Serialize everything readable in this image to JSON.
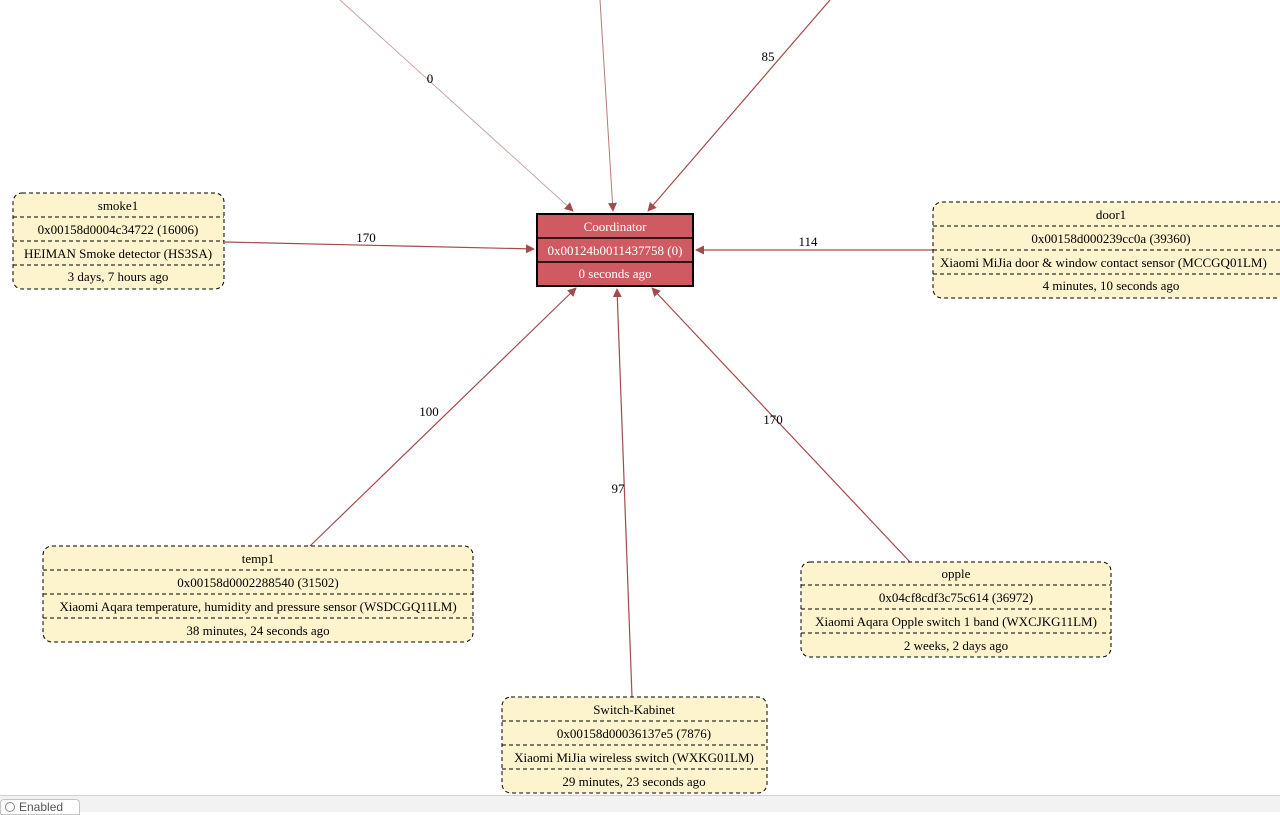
{
  "coordinator": {
    "title": "Coordinator",
    "address": "0x00124b0011437758 (0)",
    "last_seen": "0 seconds ago"
  },
  "devices": [
    {
      "id": "smoke1",
      "name": "smoke1",
      "address": "0x00158d0004c34722 (16006)",
      "model": "HEIMAN Smoke detector (HS3SA)",
      "last_seen": "3 days, 7 hours ago",
      "link_quality": "170"
    },
    {
      "id": "door1",
      "name": "door1",
      "address": "0x00158d000239cc0a (39360)",
      "model": "Xiaomi MiJia door & window contact sensor (MCCGQ01LM)",
      "last_seen": "4 minutes, 10 seconds ago",
      "link_quality": "114"
    },
    {
      "id": "temp1",
      "name": "temp1",
      "address": "0x00158d0002288540 (31502)",
      "model": "Xiaomi Aqara temperature, humidity and pressure sensor (WSDCGQ11LM)",
      "last_seen": "38 minutes, 24 seconds ago",
      "link_quality": "100"
    },
    {
      "id": "opple",
      "name": "opple",
      "address": "0x04cf8cdf3c75c614 (36972)",
      "model": "Xiaomi Aqara Opple switch 1 band (WXCJKG11LM)",
      "last_seen": "2 weeks, 2 days ago",
      "link_quality": "170"
    },
    {
      "id": "switch-kabinet",
      "name": "Switch-Kabinet",
      "address": "0x00158d00036137e5 (7876)",
      "model": "Xiaomi MiJia wireless switch (WXKG01LM)",
      "last_seen": "29 minutes, 23 seconds ago",
      "link_quality": "97"
    }
  ],
  "offscreen_links": [
    {
      "id": "top-left",
      "link_quality": "0"
    },
    {
      "id": "top-center",
      "link_quality": ""
    },
    {
      "id": "top-right",
      "link_quality": "85"
    }
  ],
  "status_bar": {
    "tab_label": "Enabled"
  },
  "colors": {
    "coordinator_fill": "#d05a61",
    "device_fill": "#fdf3cc",
    "edge": "#a44a4a",
    "edge_faint": "#c9a3a3",
    "text": "#000000",
    "coordinator_text": "#ffffff"
  }
}
